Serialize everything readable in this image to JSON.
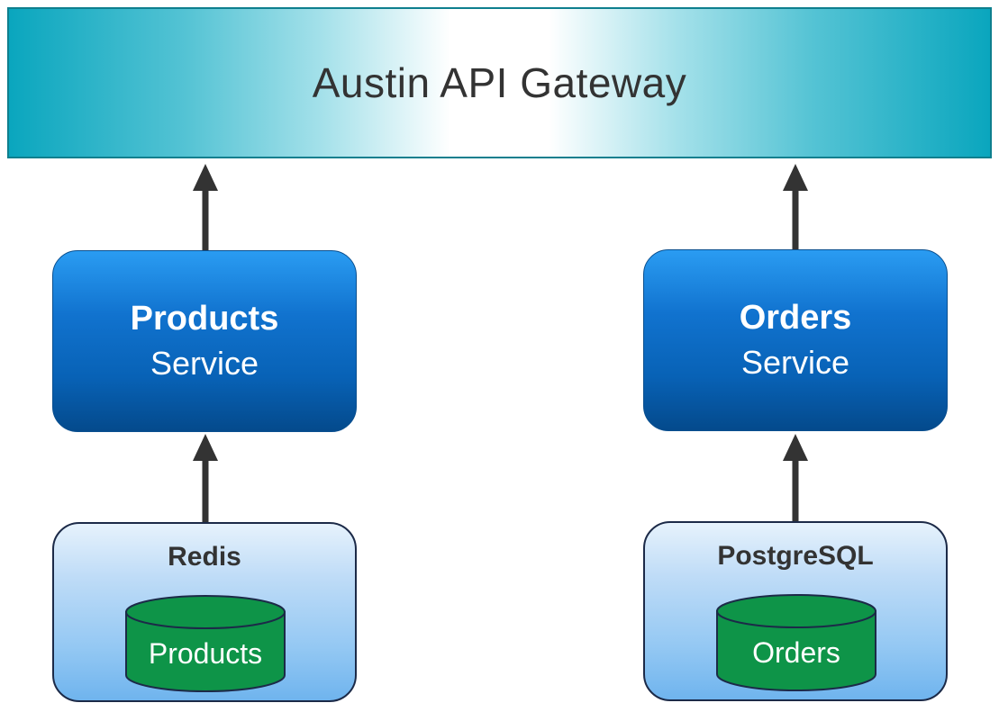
{
  "gateway": {
    "title": "Austin API Gateway"
  },
  "services": [
    {
      "name": "Products",
      "subtitle": "Service"
    },
    {
      "name": "Orders",
      "subtitle": "Service"
    }
  ],
  "stores": [
    {
      "name": "Redis",
      "collection": "Products"
    },
    {
      "name": "PostgreSQL",
      "collection": "Orders"
    }
  ],
  "colors": {
    "gateway_teal": "#0aa6be",
    "service_blue": "#1173cf",
    "store_blue": "#94c8f3",
    "cylinder_green": "#0e9448",
    "arrow": "#333333"
  }
}
